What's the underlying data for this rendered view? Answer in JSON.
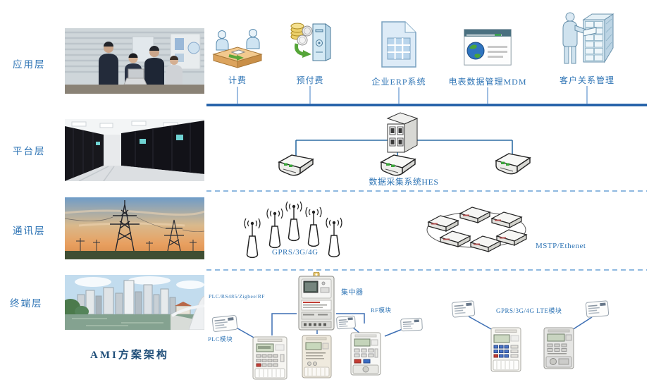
{
  "title": "AMI方案架构",
  "layer_labels": {
    "app": "应用层",
    "platform": "平台层",
    "comm": "通讯层",
    "terminal": "终端层"
  },
  "app_layer": {
    "items": [
      {
        "label": "计费",
        "icon": "billing-desk-icon"
      },
      {
        "label": "预付费",
        "icon": "prepaid-coins-icon"
      },
      {
        "label": "企业ERP系统",
        "icon": "erp-document-icon"
      },
      {
        "label": "电表数据管理MDM",
        "icon": "mdm-browser-icon"
      },
      {
        "label": "客户关系管理",
        "icon": "crm-cabinet-icon"
      }
    ]
  },
  "platform_layer": {
    "hes_label": "数据采集系统HES"
  },
  "comm_layer": {
    "wireless_label": "GPRS/3G/4G",
    "wired_label": "MSTP/Ethenet"
  },
  "terminal_layer": {
    "field_bus_label": "PLC/RS485/Zigbee/RF",
    "concentrator_label": "集中器",
    "rf_module_label": "RF模块",
    "plc_module_label": "PLC模块",
    "wan_module_label": "GPRS/3G/4G LTE模块"
  },
  "colors": {
    "accent_blue": "#2e74b5",
    "bus_blue": "#1d5ca6",
    "dashed_blue": "#8fb9e0",
    "line_blue": "#3d6fb4",
    "title_navy": "#1f4e79"
  }
}
